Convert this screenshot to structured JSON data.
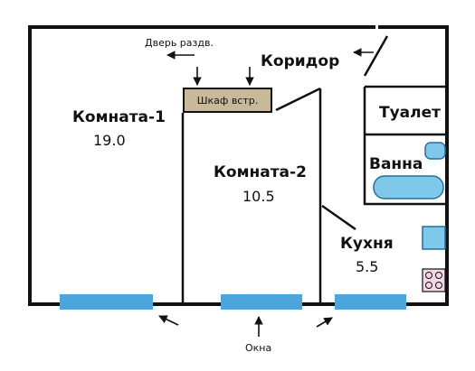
{
  "rooms": [
    {
      "name": "Комната-1",
      "area": "19.0"
    },
    {
      "name": "Комната-2",
      "area": "10.5"
    },
    {
      "name": "Кухня",
      "area": "5.5"
    }
  ],
  "labels": {
    "corridor": "Коридор",
    "toilet": "Туалет",
    "bath": "Ванна",
    "closet": "Шкаф встр.",
    "dressing_door": "Дверь раздв.",
    "windows": "Окна"
  },
  "colors": {
    "wall": "#111111",
    "window": "#4aa6dd",
    "fixture": "#7ec8ec",
    "closet": "#c9b99b",
    "stove": "#f2d7e8"
  }
}
